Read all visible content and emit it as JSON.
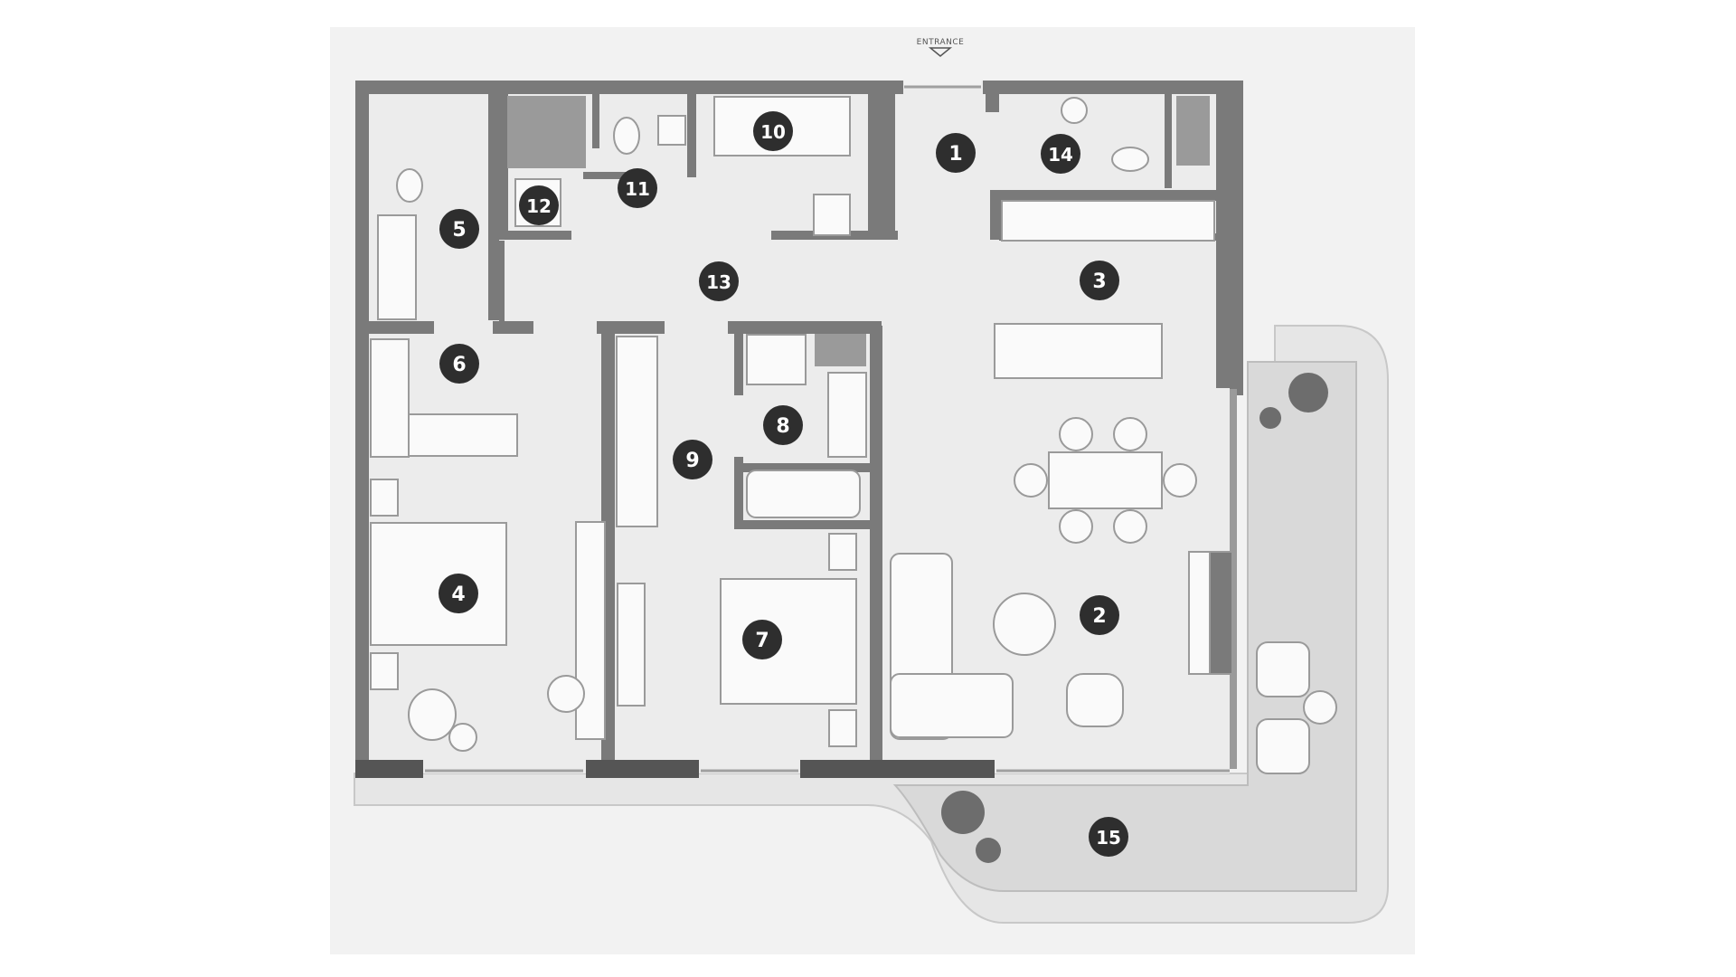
{
  "entrance": {
    "label": "ENTRANCE"
  },
  "rooms": [
    {
      "id": "1",
      "name": "room-marker-1"
    },
    {
      "id": "2",
      "name": "room-marker-2"
    },
    {
      "id": "3",
      "name": "room-marker-3"
    },
    {
      "id": "4",
      "name": "room-marker-4"
    },
    {
      "id": "5",
      "name": "room-marker-5"
    },
    {
      "id": "6",
      "name": "room-marker-6"
    },
    {
      "id": "7",
      "name": "room-marker-7"
    },
    {
      "id": "8",
      "name": "room-marker-8"
    },
    {
      "id": "9",
      "name": "room-marker-9"
    },
    {
      "id": "10",
      "name": "room-marker-10"
    },
    {
      "id": "11",
      "name": "room-marker-11"
    },
    {
      "id": "12",
      "name": "room-marker-12"
    },
    {
      "id": "13",
      "name": "room-marker-13"
    },
    {
      "id": "14",
      "name": "room-marker-14"
    },
    {
      "id": "15",
      "name": "room-marker-15"
    }
  ],
  "colors": {
    "paper": "#f2f2f2",
    "floor": "#ececec",
    "wall": "#7a7a7a",
    "wall_dark": "#555555",
    "fixture": "#fafafa",
    "outline": "#9a9a9a",
    "terrace": "#dcdcdc",
    "marker": "#2e2e2e",
    "plant": "#6d6d6d"
  }
}
